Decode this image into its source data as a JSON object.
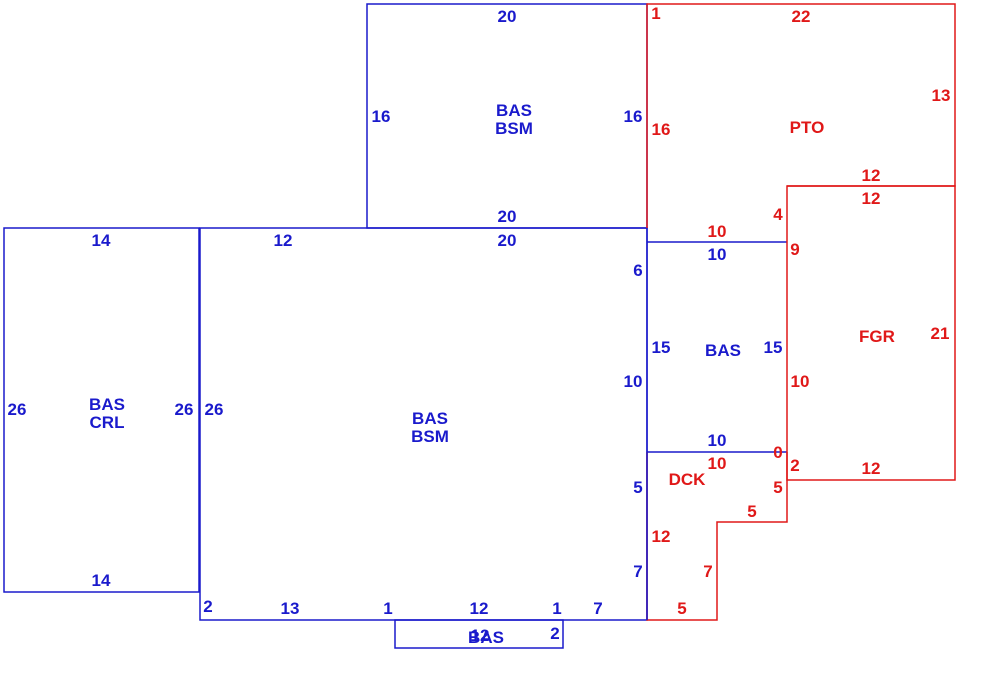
{
  "colors": {
    "living": "#1a1acc",
    "other": "#e01818",
    "background": "#ffffff"
  },
  "areas": {
    "crawl": {
      "code1": "BAS",
      "code2": "CRL",
      "top": "14",
      "bottom": "14",
      "left": "26",
      "right": "26"
    },
    "main": {
      "code1": "BAS",
      "code2": "BSM",
      "left": "26",
      "top_left": "12",
      "top_right": "20",
      "right_top": "6",
      "right_mid": "10",
      "right_low": "5",
      "right_bottom": "7",
      "bottom_1": "2",
      "bottom_2": "13",
      "bottom_3": "1",
      "bottom_4": "12",
      "bottom_5": "1",
      "bottom_6": "7"
    },
    "upper": {
      "code1": "BAS",
      "code2": "BSM",
      "top": "20",
      "bottom": "20",
      "left": "16",
      "right": "16"
    },
    "side": {
      "code1": "BAS",
      "top": "10",
      "bottom": "10",
      "left": "15",
      "right": "15"
    },
    "bay": {
      "code1": "BAS",
      "overlap": "12",
      "right": "2"
    },
    "patio": {
      "code1": "PTO",
      "corner": "1",
      "top": "22",
      "left": "16",
      "right": "13",
      "bottom_right": "12",
      "step": "4",
      "step_top": "10"
    },
    "garage": {
      "code1": "FGR",
      "top": "12",
      "right": "21",
      "bottom": "12",
      "left_top": "9",
      "left_mid": "10",
      "left_low": "2"
    },
    "deck": {
      "code1": "DCK",
      "top": "10",
      "corner": "0",
      "right_top": "5",
      "step_1": "5",
      "left": "12",
      "right_low": "7",
      "bottom": "5"
    }
  }
}
